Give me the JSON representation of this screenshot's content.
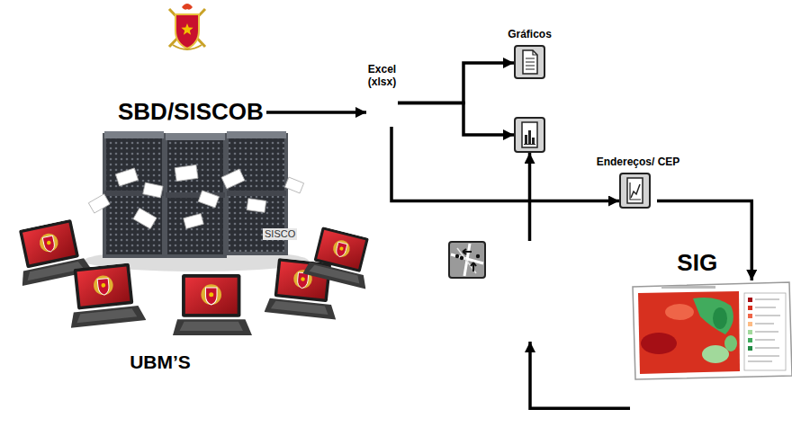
{
  "diagram": {
    "nodes": [
      {
        "text": [
          "SBD/SISCOB"
        ]
      },
      {
        "text": [
          "Excel (xlsx)"
        ]
      },
      {
        "text": [
          "Gráficos"
        ]
      },
      {
        "text": []
      },
      {
        "text": [
          "Endereços/ CEP"
        ]
      },
      {
        "text": []
      },
      {
        "text": [
          "SIG"
        ]
      }
    ],
    "edges": [
      {
        "from": 0,
        "to": 1,
        "arrow": "to"
      },
      {
        "from": 1,
        "to": 2,
        "arrow": "to"
      },
      {
        "from": 1,
        "to": 3,
        "arrow": "to"
      },
      {
        "from": 1,
        "to": 4,
        "arrow": "to"
      },
      {
        "from": 4,
        "to": 6,
        "arrow": "to"
      },
      {
        "from": 5,
        "to": 3,
        "arrow": "to"
      },
      {
        "from": 6,
        "to": 5,
        "arrow": "to"
      }
    ],
    "labels": [
      "SISCO",
      "UBM’S"
    ]
  }
}
